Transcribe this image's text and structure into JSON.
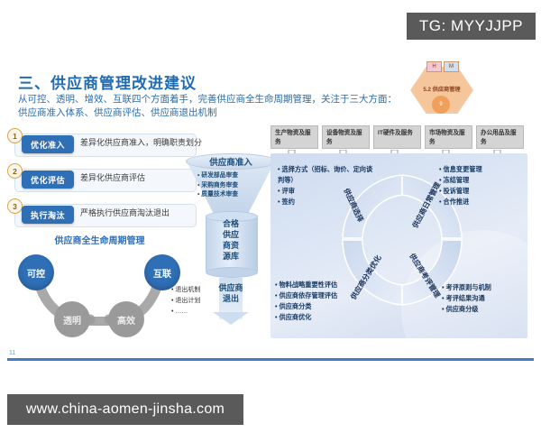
{
  "watermarks": {
    "top": "TG: MYYJJPP",
    "bottom": "www.china-aomen-jinsha.com"
  },
  "header": {
    "title": "三、供应商管理改进建议",
    "subtitle": "从可控、透明、增效、互联四个方面着手，完善供应商全生命周期管理，关注于三大方面：供应商准入体系、供应商评估、供应商退出机制"
  },
  "badge": {
    "tab_h": "H",
    "tab_m": "M",
    "label": "5.2 供应商管理",
    "dot": "9"
  },
  "items": [
    {
      "num": "1",
      "tag": "优化准入",
      "desc": "差异化供应商准入，明确职责划分"
    },
    {
      "num": "2",
      "tag": "优化评估",
      "desc": "差异化供应商评估"
    },
    {
      "num": "3",
      "tag": "执行淘汰",
      "desc": "严格执行供应商淘汰退出"
    }
  ],
  "lifecycle": {
    "title": "供应商全生命周期管理",
    "nodes": [
      {
        "label": "可控",
        "type": "blue"
      },
      {
        "label": "透明",
        "type": "grey"
      },
      {
        "label": "高效",
        "type": "grey"
      },
      {
        "label": "互联",
        "type": "blue"
      }
    ]
  },
  "funnel": {
    "top_label": "供应商准入",
    "intake_bullets": [
      "研发部品审查",
      "采购商务审查",
      "质量技术审查"
    ],
    "pool_label": "合格\n供应\n商资\n源库",
    "pool_lines": [
      "合格",
      "供应",
      "商资",
      "源库"
    ],
    "exit_label": "供应商\n退出",
    "exit_lines": [
      "供应商",
      "退出"
    ],
    "exit_bullets": [
      "退出机制",
      "退出计划",
      "……"
    ]
  },
  "categories": [
    "生产物资及服务",
    "设备物资及服务",
    "IT硬件及服务",
    "市场物资及服务",
    "办公用品及服务"
  ],
  "panel": {
    "arc_labels": [
      "供应商选择",
      "供应商日常管理",
      "供应商分类优化",
      "供应商考评管理"
    ],
    "bullets_top_left": [
      "选择方式（招标、询价、定向谈判等）",
      "评审",
      "签约"
    ],
    "bullets_top_right": [
      "信息变更管理",
      "冻结管理",
      "投诉管理",
      "合作推进"
    ],
    "bullets_bottom_left": [
      "物料战略重要性评估",
      "供应商依存管理评估",
      "供应商分类",
      "供应商优化"
    ],
    "bullets_bottom_right": [
      "考评原则与机制",
      "考评结果沟通",
      "供应商分级"
    ]
  },
  "footer": {
    "page": "11"
  },
  "colors": {
    "accent_blue": "#2f6fb5",
    "title_blue": "#1f6cb4",
    "badge_orange": "#f0a05a",
    "grey_node": "#9a9a9a"
  }
}
